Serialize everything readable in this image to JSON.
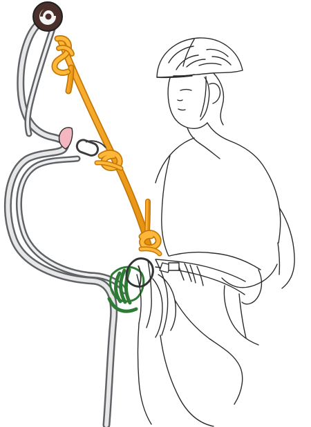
{
  "illustration": {
    "subject": "climber-with-rope-pulley-system",
    "elements": [
      "pulley-icon",
      "gray-rope",
      "orange-rope",
      "knot-icon",
      "carabiner-icon",
      "friction-device-icon",
      "climber-figure",
      "helmet-icon",
      "harness-icon"
    ]
  },
  "colors": {
    "background": "#ffffff",
    "line": "#2b2b2b",
    "rope_gray_outer": "#5f6266",
    "rope_gray_inner": "#e7e7e7",
    "rope_orange": "#f0a21a",
    "rope_orange_dark": "#c27708",
    "pulley": "#4a2f2a",
    "pulley_center": "#f5f5f5",
    "carabiner": "#3c3c3c",
    "friction_device": "#f4b6c0",
    "green_device": "#2e7b35"
  }
}
